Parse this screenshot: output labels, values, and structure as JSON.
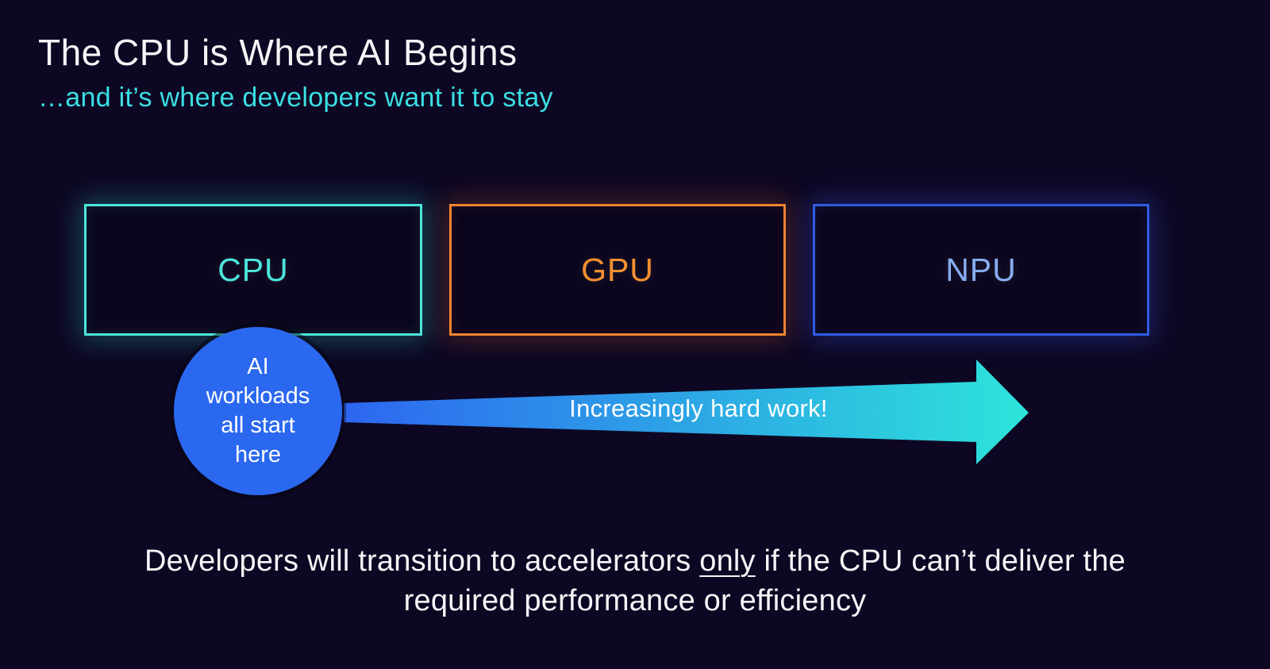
{
  "slide": {
    "title": "The CPU is Where AI Begins",
    "subtitle": "…and it’s where developers want it to stay",
    "processors": [
      {
        "label": "CPU",
        "color": "#4ce5da"
      },
      {
        "label": "GPU",
        "color": "#f6902f"
      },
      {
        "label": "NPU",
        "color": "#87acf0"
      }
    ],
    "start_circle": {
      "text": "AI\nworkloads\nall start\nhere",
      "fill_color": "#2b68f0"
    },
    "arrow": {
      "label": "Increasingly hard work!",
      "gradient_start": "#2d66f0",
      "gradient_end": "#2de4da",
      "direction": "left-to-right, widening toward NPU"
    },
    "closing": {
      "line1_pre": "Developers will transition to accelerators ",
      "underlined": "only",
      "line1_post": " if the CPU can’t deliver the",
      "line2": "required performance or efficiency"
    },
    "colors": {
      "background": "#0d0723",
      "title_text": "#f4f4f6",
      "subtitle_text": "#3bdfe3",
      "cpu_border": "#4ce5da",
      "gpu_border": "#ef8430",
      "npu_border": "#2e5ce0",
      "closing_text": "#f5f5f7"
    }
  }
}
